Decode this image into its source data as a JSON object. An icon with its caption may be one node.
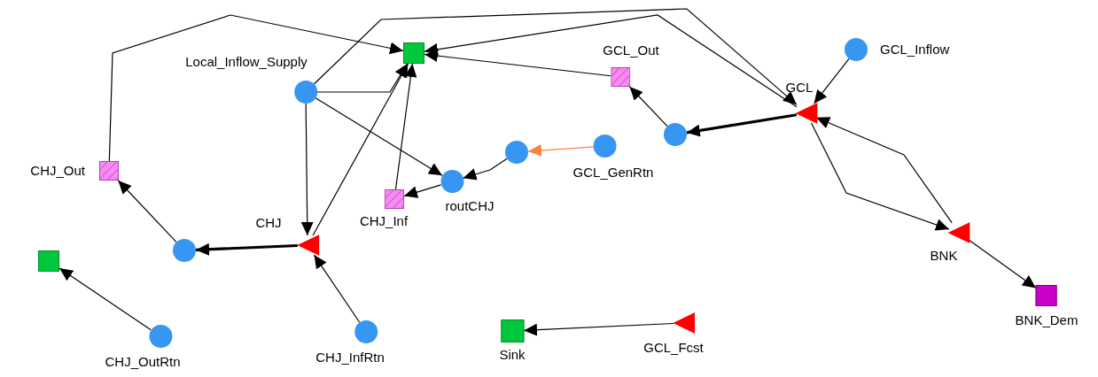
{
  "diagram": {
    "nodes": [
      {
        "text": [
          "Local_Inflow_Supply"
        ]
      },
      {
        "text": [],
        "shape": "box"
      },
      {
        "text": [
          "GCL_Out"
        ]
      },
      {
        "text": [
          "GCL_Inflow"
        ]
      },
      {
        "text": [
          "GCL"
        ]
      },
      {
        "text": [],
        "shape": "circle"
      },
      {
        "text": [
          "GCL_GenRtn"
        ]
      },
      {
        "text": [],
        "shape": "circle"
      },
      {
        "text": [
          "CHJ_Out"
        ]
      },
      {
        "text": [
          "routCHJ"
        ]
      },
      {
        "text": [
          "CHJ_Inf"
        ]
      },
      {
        "text": [
          "CHJ"
        ]
      },
      {
        "text": [],
        "shape": "circle"
      },
      {
        "text": [
          "BNK"
        ]
      },
      {
        "text": [],
        "shape": "box"
      },
      {
        "text": [
          "BNK_Dem"
        ]
      },
      {
        "text": [
          "CHJ_OutRtn"
        ]
      },
      {
        "text": [
          "CHJ_InfRtn"
        ]
      },
      {
        "text": [
          "Sink"
        ]
      },
      {
        "text": [
          "GCL_Fcst"
        ]
      }
    ],
    "edges": [
      {
        "from": 0,
        "to": 11,
        "arrow": "to"
      },
      {
        "from": 0,
        "to": 9,
        "arrow": "to"
      },
      {
        "from": 0,
        "to": 1,
        "arrow": "to"
      },
      {
        "from": 0,
        "to": 4,
        "arrow": "to"
      },
      {
        "from": 4,
        "to": 1,
        "arrow": "to"
      },
      {
        "from": 2,
        "to": 1,
        "arrow": "to"
      },
      {
        "from": 8,
        "to": 1,
        "arrow": "to"
      },
      {
        "from": 10,
        "to": 1,
        "arrow": "to"
      },
      {
        "from": 11,
        "to": 1,
        "arrow": "to"
      },
      {
        "from": 3,
        "to": 4,
        "arrow": "to"
      },
      {
        "from": 4,
        "to": 5,
        "arrow": "to",
        "style": "thick"
      },
      {
        "from": 5,
        "to": 2,
        "arrow": "to"
      },
      {
        "from": 6,
        "to": 7,
        "arrow": "to",
        "color": "#ff8040"
      },
      {
        "from": 7,
        "to": 9,
        "arrow": "to"
      },
      {
        "from": 9,
        "to": 10,
        "arrow": "to"
      },
      {
        "from": 11,
        "to": 12,
        "arrow": "to",
        "style": "thick"
      },
      {
        "from": 12,
        "to": 8,
        "arrow": "to"
      },
      {
        "from": 4,
        "to": 13,
        "arrow": "to"
      },
      {
        "from": 13,
        "to": 4,
        "arrow": "to"
      },
      {
        "from": 13,
        "to": 15,
        "arrow": "to"
      },
      {
        "from": 16,
        "to": 14,
        "arrow": "to"
      },
      {
        "from": 17,
        "to": 11,
        "arrow": "to"
      },
      {
        "from": 19,
        "to": 18,
        "arrow": "to"
      }
    ]
  }
}
